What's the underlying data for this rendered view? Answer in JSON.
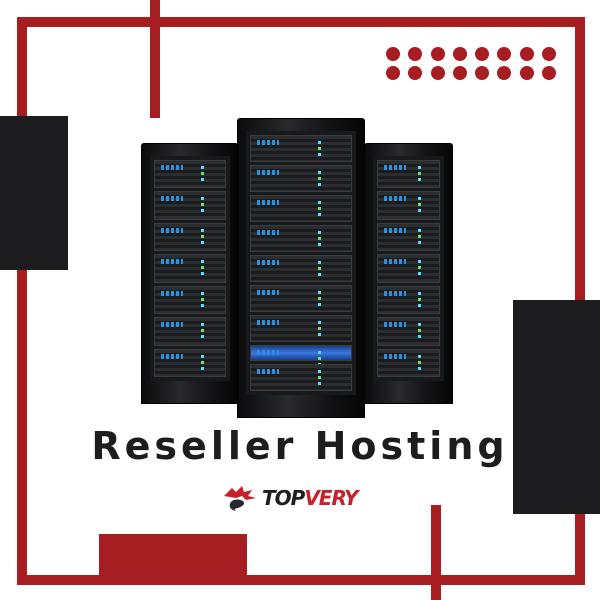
{
  "title": "Reseller Hosting",
  "logo": {
    "part1": "TOP",
    "part2": "VERY",
    "icon": "dragon-icon"
  },
  "colors": {
    "accent": "#a71e22",
    "dark": "#1d1d20",
    "background": "#ffffff"
  },
  "image": {
    "subject": "server-racks-icon"
  }
}
